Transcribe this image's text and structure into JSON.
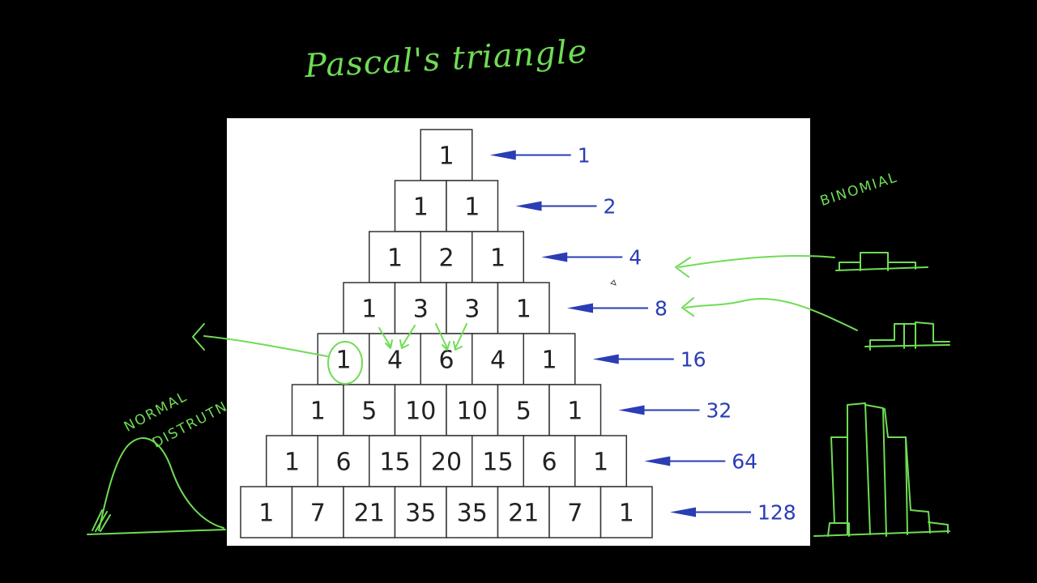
{
  "title": "Pascal's triangle",
  "annotations": {
    "binomial": "BINOMIAL",
    "normal_line1": "NORMAL",
    "normal_line2": "DISTRUTN"
  },
  "rows": [
    [
      1
    ],
    [
      1,
      1
    ],
    [
      1,
      2,
      1
    ],
    [
      1,
      3,
      3,
      1
    ],
    [
      1,
      4,
      6,
      4,
      1
    ],
    [
      1,
      5,
      10,
      10,
      5,
      1
    ],
    [
      1,
      6,
      15,
      20,
      15,
      6,
      1
    ],
    [
      1,
      7,
      21,
      35,
      35,
      21,
      7,
      1
    ]
  ],
  "row_sums": [
    "1",
    "2",
    "4",
    "8",
    "16",
    "32",
    "64",
    "128"
  ],
  "colors": {
    "background": "#000000",
    "panel": "#ffffff",
    "cell_text": "#222222",
    "cell_border": "#333333",
    "sum_blue": "#2a3db5",
    "ink_green": "#6fdc55"
  }
}
